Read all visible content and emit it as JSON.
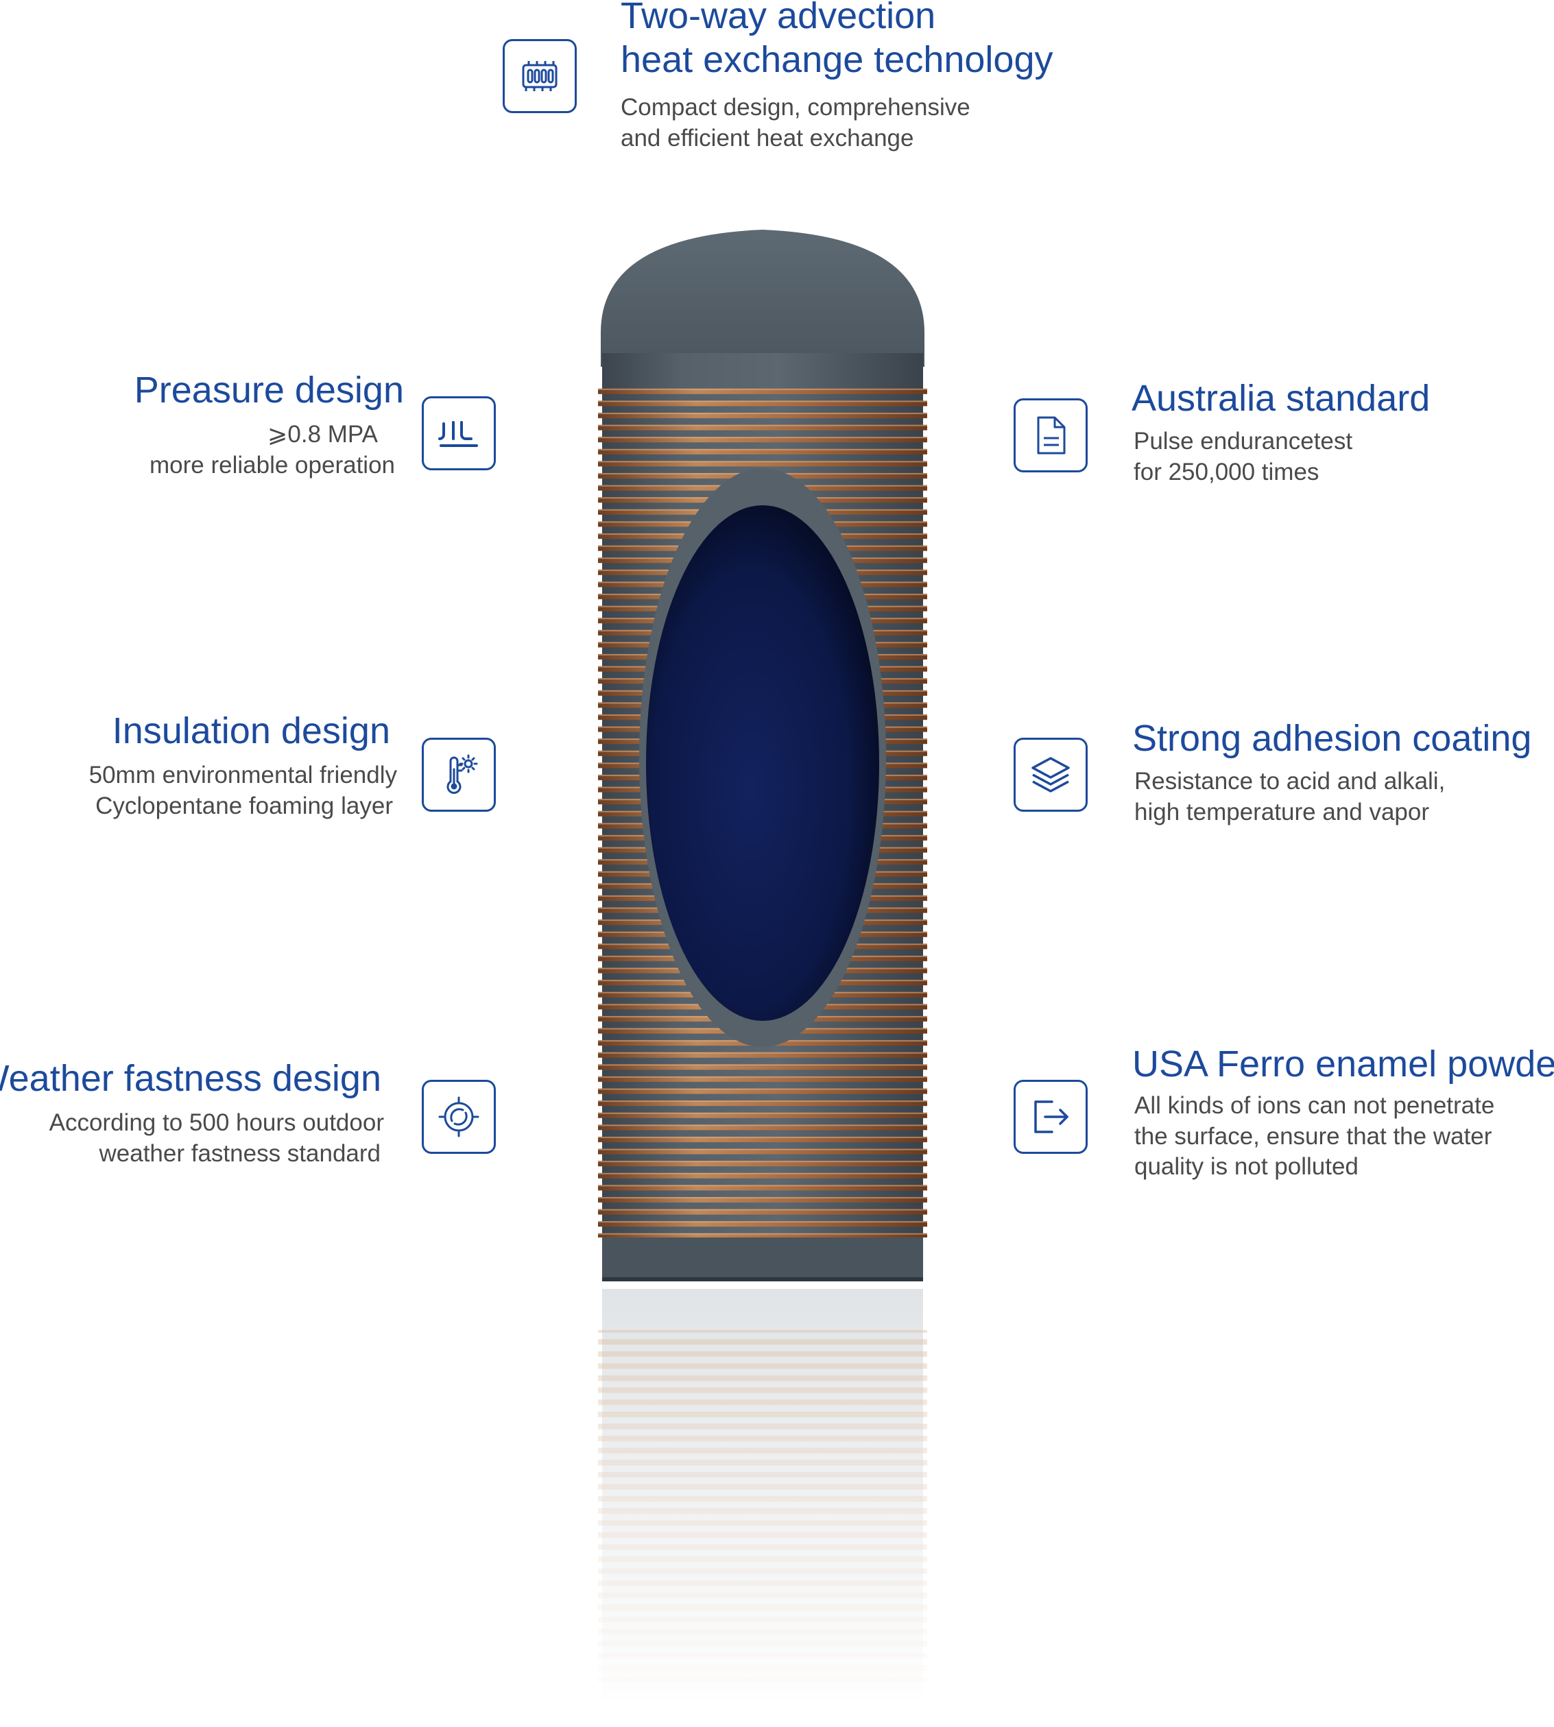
{
  "features": {
    "top": {
      "title_line1": "Two-way advection",
      "title_line2": "heat exchange technology",
      "desc_line1": "Compact design, comprehensive",
      "desc_line2": "and efficient heat exchange",
      "icon": "heat-exchanger-icon"
    },
    "left": [
      {
        "title": "Preasure design",
        "desc_line1": "⩾0.8 MPA",
        "desc_line2": "more reliable operation",
        "icon": "pressure-icon"
      },
      {
        "title": "Insulation design",
        "desc_line1": "50mm environmental friendly",
        "desc_line2": "Cyclopentane foaming layer",
        "icon": "thermometer-icon"
      },
      {
        "title": "Weather fastness design",
        "desc_line1": "According to 500 hours outdoor",
        "desc_line2": "weather fastness standard",
        "icon": "target-icon"
      }
    ],
    "right": [
      {
        "title": "Australia standard",
        "desc_line1": "Pulse endurancetest",
        "desc_line2": "for 250,000 times",
        "icon": "document-icon"
      },
      {
        "title": "Strong adhesion coating",
        "desc_line1": "Resistance to acid and alkali,",
        "desc_line2": "high temperature and vapor",
        "icon": "layers-icon"
      },
      {
        "title": "USA Ferro enamel powder",
        "desc_line1": "All kinds of ions can not penetrate",
        "desc_line2": "the surface, ensure that the water",
        "desc_line3": "quality is not polluted",
        "icon": "exit-icon"
      }
    ]
  },
  "colors": {
    "accent": "#1c4a9c",
    "tank_body": "#4f5a63",
    "copper_coil": "#a8683e",
    "tank_window": "#0d1a4a"
  }
}
